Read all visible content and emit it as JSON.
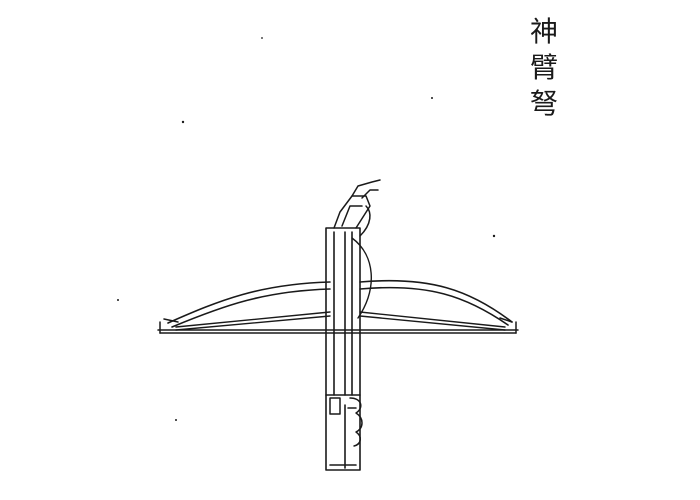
{
  "caption": {
    "text": "神臂弩",
    "chars": [
      "神",
      "臂",
      "弩"
    ]
  },
  "illustration": {
    "subject": "crossbow-woodcut",
    "ink_color": "#1a1a1a",
    "paper_color": "#ffffff"
  }
}
